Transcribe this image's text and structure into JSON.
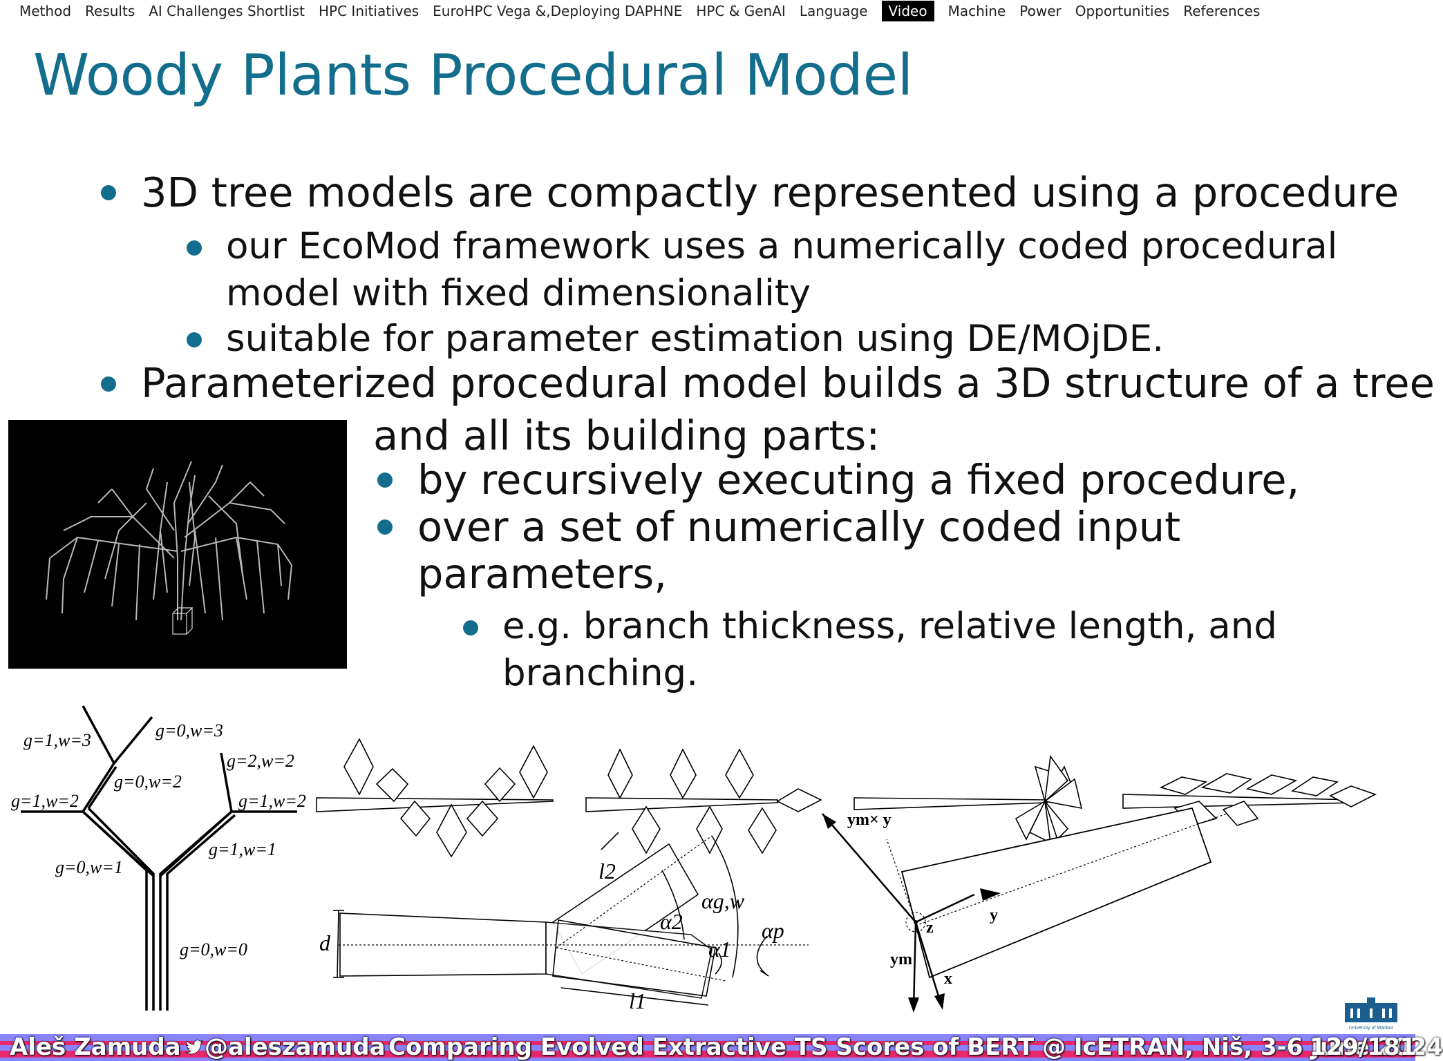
{
  "nav": {
    "items": [
      "Method",
      "Results",
      "AI Challenges Shortlist",
      "HPC Initiatives",
      "EuroHPC Vega &,Deploying DAPHNE",
      "HPC & GenAI",
      "Language",
      "Video",
      "Machine",
      "Power",
      "Opportunities",
      "References"
    ],
    "active": "Video"
  },
  "slide": {
    "title": "Woody Plants Procedural Model",
    "b1": "3D tree models are compactly represented using a procedure",
    "b1_1a": "our EcoMod framework uses a numerically coded procedural",
    "b1_1b": "model with fixed dimensionality",
    "b1_2": "suitable for parameter estimation using DE/MOjDE.",
    "b2a": "Parameterized procedural model builds a 3D structure of a tree",
    "b2b": "and all its building parts:",
    "b2_1": "by recursively executing a fixed procedure,",
    "b2_2a": "over a set of numerically coded input",
    "b2_2b": "parameters,",
    "b2_2_1a": "e.g. branch thickness, relative length, and",
    "b2_2_1b": "branching."
  },
  "diagram": {
    "labels": {
      "g1w3": "g=1,w=3",
      "g0w3": "g=0,w=3",
      "g2w2": "g=2,w=2",
      "g0w2": "g=0,w=2",
      "g1w2a": "g=1,w=2",
      "g1w2b": "g=1,w=2",
      "g1w1": "g=1,w=1",
      "g0w1": "g=0,w=1",
      "g0w0": "g=0,w=0",
      "d": "d",
      "l1": "l1",
      "l2": "l2",
      "a1": "α1",
      "a2": "α2",
      "agw": "αg,w",
      "ap": "αp",
      "ymy": "ym× y",
      "y": "y",
      "z": "z",
      "ym": "ym",
      "x": "x"
    }
  },
  "footer": {
    "author": "Aleš Zamuda",
    "handle": "@aleszamuda",
    "talk": "Comparing Evolved Extractive TS Scores of BERT @ IcETRAN, Niš, 3-6 June 2024",
    "page": "129/181",
    "university": "University of Maribor"
  },
  "colors": {
    "accent": "#126e8c",
    "footer": "#8a84ff",
    "footer_stripe": "#e8286a"
  }
}
